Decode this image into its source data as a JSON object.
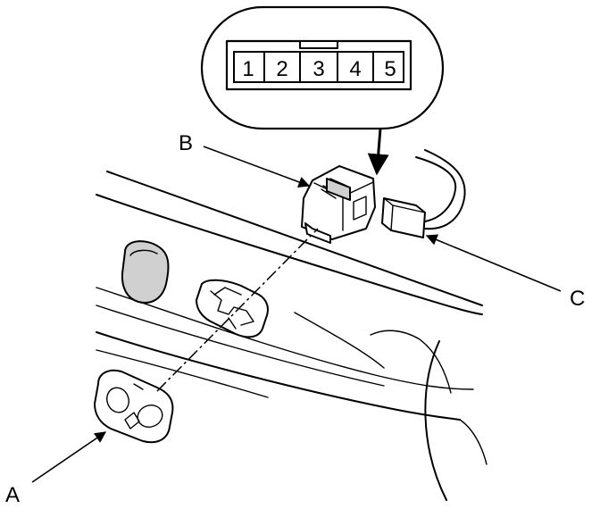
{
  "connector_pins": [
    "1",
    "2",
    "3",
    "4",
    "5"
  ],
  "callouts": {
    "a": "A",
    "b": "B",
    "c": "C"
  }
}
